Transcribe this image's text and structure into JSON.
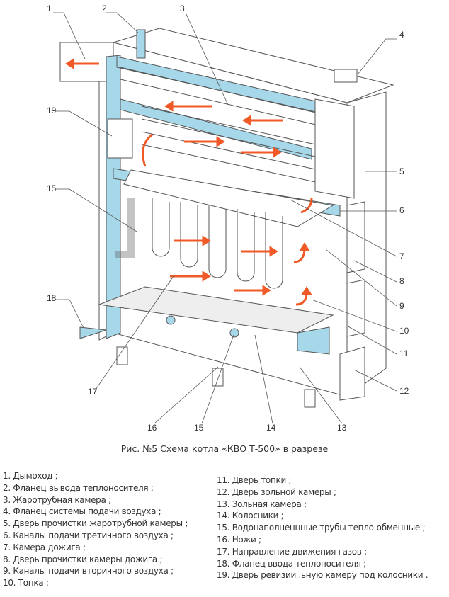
{
  "figure": {
    "caption": "Рис. №5 Схема котла «КВО Т-500» в разрезе",
    "callouts": [
      "1",
      "2",
      "3",
      "4",
      "5",
      "6",
      "7",
      "8",
      "9",
      "10",
      "11",
      "12",
      "13",
      "14",
      "15",
      "16",
      "17",
      "18",
      "19"
    ],
    "colors": {
      "water_jacket": "#a6d8ea",
      "gas_flow": "#f05a28",
      "lines": "#555555"
    }
  },
  "legend": {
    "left": [
      "1. Дымоход ;",
      "2. Фланец вывода теплоносителя ;",
      "3. Жаротрубная камера ;",
      "4. Фланец системы подачи воздуха ;",
      "5. Дверь прочистки жаротрубной камеры ;",
      "6. Каналы подачи третичного воздуха ;",
      "7. Камера дожига ;",
      "8. Дверь прочистки камеры дожига ;",
      "9. Каналы подачи вторичного воздуха ;",
      "10. Топка ;"
    ],
    "right": [
      "11. Дверь топки ;",
      "12. Дверь зольной камеры ;",
      "13. Зольная камера ;",
      "14. Колосники ;",
      "15. Водонаполненнные трубы тепло-обменные ;",
      "16. Ножи ;",
      "17. Направление движения газов ;",
      "18. Фланец ввода теплоносителя ;",
      "19. Дверь ревизии .ьную камеру под колосники ."
    ]
  }
}
